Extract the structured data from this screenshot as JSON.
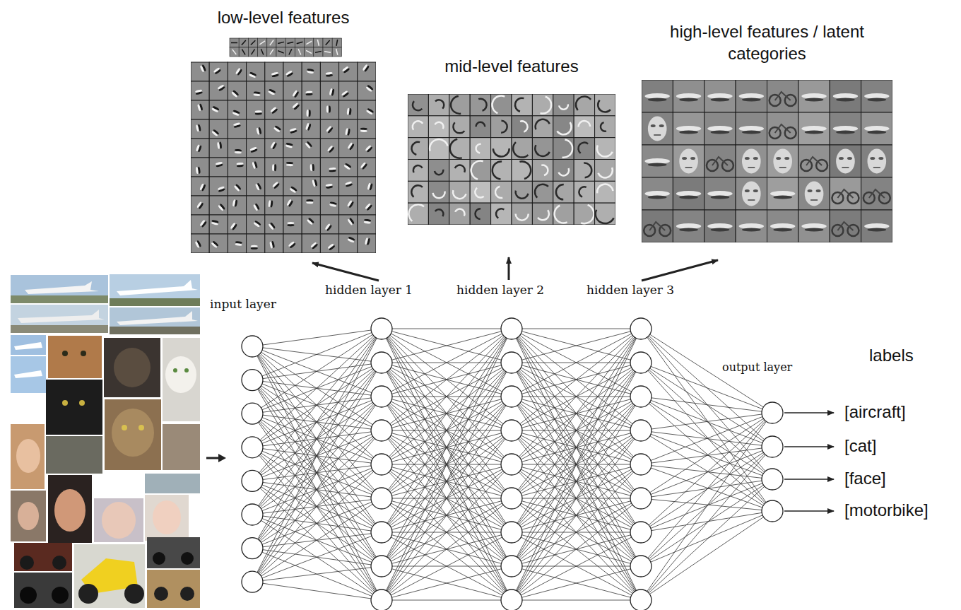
{
  "diagram": {
    "nodes": [
      {
        "text": [
          "low-level features"
        ]
      },
      {
        "text": [
          "mid-level features"
        ]
      },
      {
        "text": [
          "high-level features / latent categories"
        ]
      }
    ],
    "labels": [
      "input layer",
      "hidden layer 1",
      "hidden layer 2",
      "hidden layer 3",
      "output layer",
      "labels",
      "[aircraft]",
      "[cat]",
      "[face]",
      "[motorbike]"
    ]
  }
}
